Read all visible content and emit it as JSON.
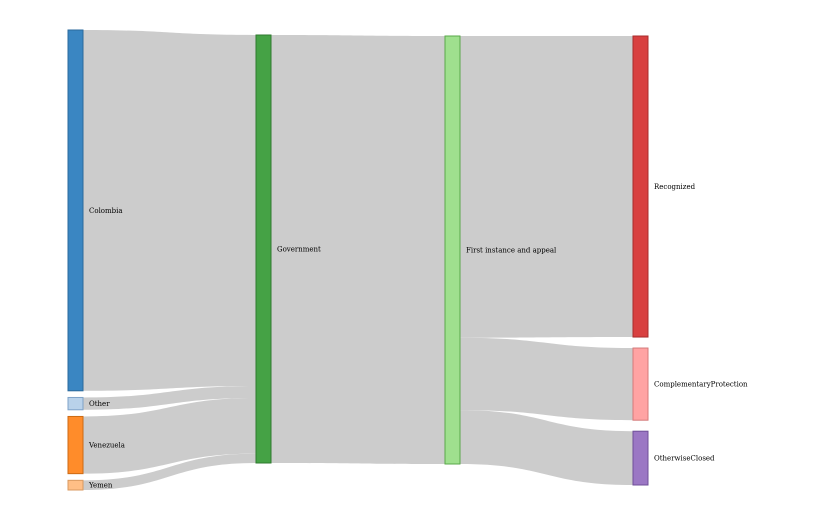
{
  "chart_data": {
    "type": "sankey",
    "title": "",
    "columns": [
      [
        "Colombia",
        "Other",
        "Venezuela",
        "Yemen"
      ],
      [
        "Government"
      ],
      [
        "First instance and appeal"
      ],
      [
        "Recognized",
        "ComplementaryProtection",
        "OtherwiseClosed"
      ]
    ],
    "nodes": [
      {
        "id": "Colombia",
        "label": "Colombia",
        "color": "#3a86c2",
        "stroke": "#2b6a9c"
      },
      {
        "id": "Other",
        "label": "Other",
        "color": "#b9d2ea",
        "stroke": "#7fa3c8"
      },
      {
        "id": "Venezuela",
        "label": "Venezuela",
        "color": "#ff8c2a",
        "stroke": "#cc6a14"
      },
      {
        "id": "Yemen",
        "label": "Yemen",
        "color": "#ffbf86",
        "stroke": "#d99a60"
      },
      {
        "id": "Government",
        "label": "Government",
        "color": "#45a245",
        "stroke": "#2f7a2f"
      },
      {
        "id": "First instance and appeal",
        "label": "First instance and appeal",
        "color": "#9fe08e",
        "stroke": "#5aa84a"
      },
      {
        "id": "Recognized",
        "label": "Recognized",
        "color": "#d84040",
        "stroke": "#a82c2c"
      },
      {
        "id": "ComplementaryProtection",
        "label": "ComplementaryProtection",
        "color": "#ffa3a3",
        "stroke": "#d47a7a"
      },
      {
        "id": "OtherwiseClosed",
        "label": "OtherwiseClosed",
        "color": "#9b77c4",
        "stroke": "#6f4f98"
      }
    ],
    "links": [
      {
        "source": "Colombia",
        "target": "Government",
        "value": 82
      },
      {
        "source": "Other",
        "target": "Government",
        "value": 2.8
      },
      {
        "source": "Venezuela",
        "target": "Government",
        "value": 13
      },
      {
        "source": "Yemen",
        "target": "Government",
        "value": 2.2
      },
      {
        "source": "Government",
        "target": "First instance and appeal",
        "value": 100
      },
      {
        "source": "First instance and appeal",
        "target": "Recognized",
        "value": 70.5
      },
      {
        "source": "First instance and appeal",
        "target": "ComplementaryProtection",
        "value": 16.9
      },
      {
        "source": "First instance and appeal",
        "target": "OtherwiseClosed",
        "value": 12.6
      }
    ]
  }
}
